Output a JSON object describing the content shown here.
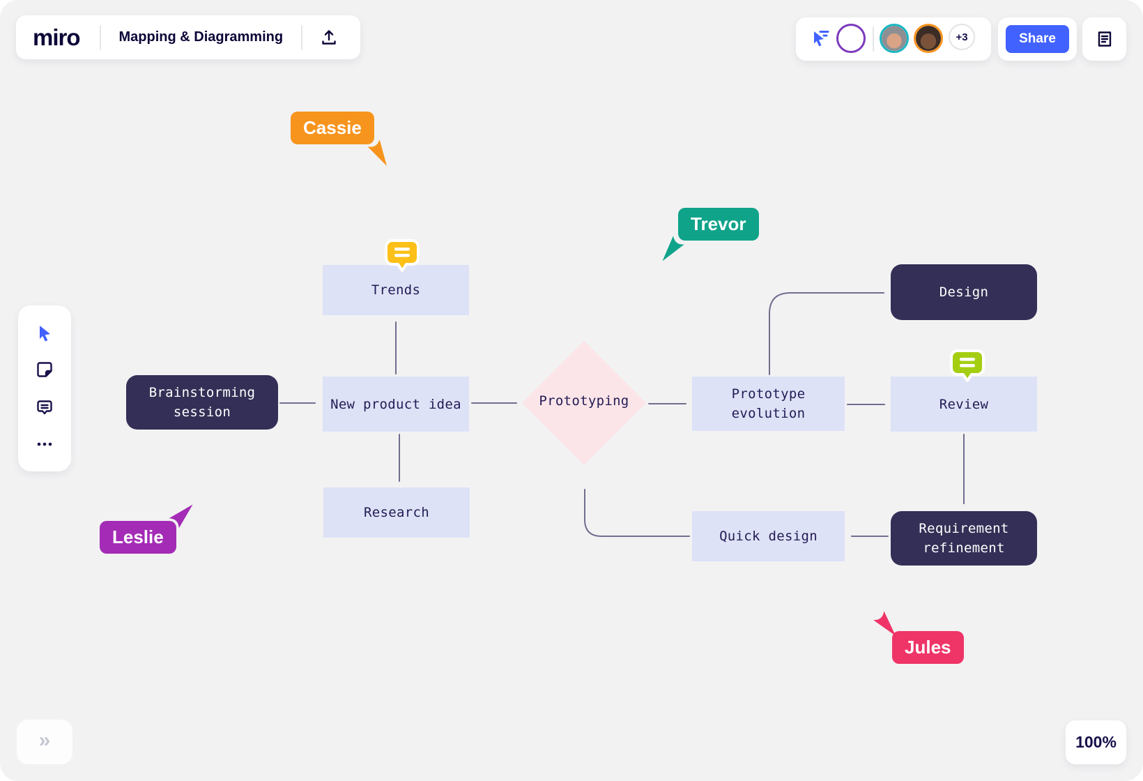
{
  "header": {
    "logo_text": "miro",
    "board_title": "Mapping & Diagramming"
  },
  "topbar": {
    "share_label": "Share",
    "overflow_count": "+3",
    "avatars": [
      {
        "ring": "#7c3bbd"
      },
      {
        "ring": "#19b7c4"
      },
      {
        "ring": "#f7941f"
      }
    ]
  },
  "canvas": {
    "nodes": {
      "brainstorming": {
        "label": "Brainstorming session",
        "style": "dark"
      },
      "new_product_idea": {
        "label": "New product idea",
        "style": "light"
      },
      "trends": {
        "label": "Trends",
        "style": "light"
      },
      "research": {
        "label": "Research",
        "style": "light"
      },
      "prototyping": {
        "label": "Prototyping",
        "style": "diamond"
      },
      "prototype_evolution": {
        "label": "Prototype evolution",
        "style": "light"
      },
      "design": {
        "label": "Design",
        "style": "dark"
      },
      "review": {
        "label": "Review",
        "style": "light"
      },
      "quick_design": {
        "label": "Quick design",
        "style": "light"
      },
      "requirement_refinement": {
        "label": "Requirement refinement",
        "style": "dark"
      }
    },
    "connections": [
      [
        "brainstorming",
        "new_product_idea"
      ],
      [
        "new_product_idea",
        "trends"
      ],
      [
        "new_product_idea",
        "research"
      ],
      [
        "new_product_idea",
        "prototyping"
      ],
      [
        "prototyping",
        "prototype_evolution"
      ],
      [
        "prototype_evolution",
        "design"
      ],
      [
        "prototype_evolution",
        "review"
      ],
      [
        "review",
        "requirement_refinement"
      ],
      [
        "requirement_refinement",
        "quick_design"
      ],
      [
        "quick_design",
        "prototyping"
      ]
    ],
    "comment_badges": [
      {
        "on": "trends",
        "color": "#fcc018"
      },
      {
        "on": "review",
        "color": "#a5ce12"
      }
    ],
    "cursors": {
      "cassie": {
        "name": "Cassie",
        "color": "#f7941d"
      },
      "trevor": {
        "name": "Trevor",
        "color": "#0fa38a"
      },
      "leslie": {
        "name": "Leslie",
        "color": "#a32bb5"
      },
      "jules": {
        "name": "Jules",
        "color": "#ef3468"
      }
    }
  },
  "footer": {
    "zoom_level": "100%",
    "collapse_glyph": "»"
  },
  "colors": {
    "accent_blue": "#4262ff",
    "dark_node": "#332f56",
    "light_node": "#dee2f6",
    "diamond_node": "#fce5e8",
    "connector": "#6f6e8e",
    "ink": "#0b0536"
  }
}
